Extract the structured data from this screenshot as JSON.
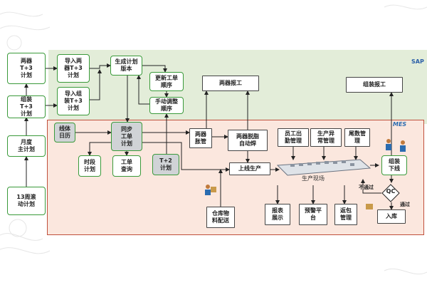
{
  "sap_label": "SAP",
  "mes_label": "MES",
  "boxes": {
    "two_device_t3": "两器\nT+3\n计划",
    "assembly_t3": "组装\nT+3\n计划",
    "monthly_plan": "月度\n主计划",
    "rolling_13w": "13周滚\n动计划",
    "import_two_device": "导入两\n器T+3\n计划",
    "import_assembly": "导入组\n装T+3\n计划",
    "gen_plan_version": "生成计划\n版本",
    "update_order_seq": "更新工单\n顺序",
    "manual_adjust_seq": "手动调整\n顺序",
    "two_device_report": "两器报工",
    "assembly_report": "组装报工",
    "line_calendar": "线体\n日历",
    "sync_order_plan": "同步\n工单\n计划",
    "time_slot_plan": "时段\n计划",
    "order_query": "工单\n查询",
    "t2_plan": "T+2\n计划",
    "two_device_tube": "两器\n胀管",
    "two_device_weld": "两器脱脂\n自动焊",
    "go_online": "上线生产",
    "staff_attendance": "员工出\n勤管理",
    "production_exception": "生产异\n常管理",
    "tail_number": "尾数管\n理",
    "assembly_offline": "组装\n下线",
    "warehouse_delivery": "仓库物\n料配送",
    "report_display": "报表\n展示",
    "warning_platform": "预警平\n台",
    "package_mgmt": "返包\n管理",
    "stock_in": "入库"
  },
  "qc_label": "QC",
  "floor_label": "生产现场",
  "fail_label": "不通过",
  "pass_label": "通过",
  "colors": {
    "green_border": "#3a9a3a",
    "sap_bg": "#e3edd9",
    "mes_bg": "#fbe7de",
    "mes_border": "#c0503c"
  }
}
